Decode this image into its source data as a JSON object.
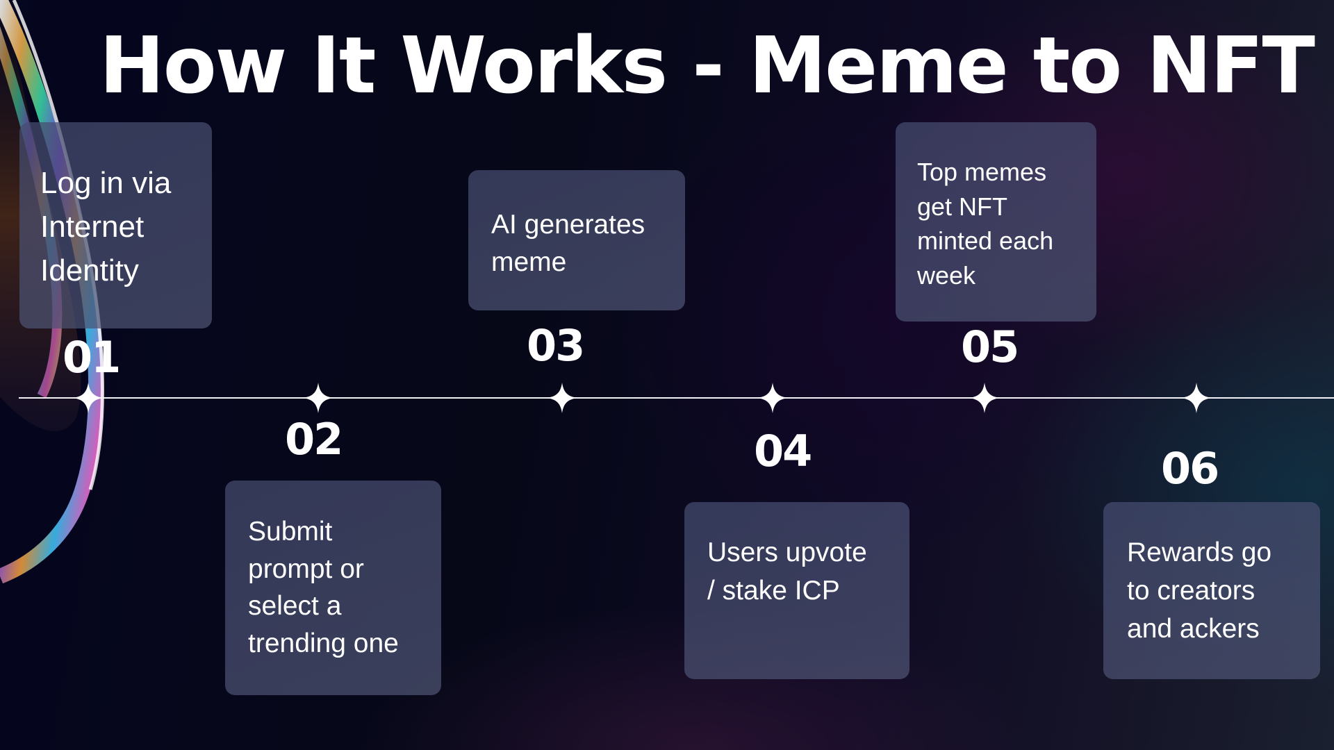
{
  "slide": {
    "title": "How It Works - Meme to NFT"
  },
  "steps": [
    {
      "number": "01",
      "text": "Log in via\nInternet\nIdentity"
    },
    {
      "number": "02",
      "text": "Submit\nprompt or\nselect a\ntrending one"
    },
    {
      "number": "03",
      "text": "AI generates\nmeme"
    },
    {
      "number": "04",
      "text": "Users upvote\n/ stake ICP"
    },
    {
      "number": "05",
      "text": "Top memes\nget NFT\nminted each\nweek"
    },
    {
      "number": "06",
      "text": "Rewards go\nto creators\nand ackers"
    }
  ],
  "icons": {
    "timeline_marker": "four-point-star-icon",
    "decoration": "iridescent-bubble"
  },
  "colors": {
    "background": "#060818",
    "card": "#353852",
    "text": "#ffffff",
    "line": "#f2f2f6"
  }
}
